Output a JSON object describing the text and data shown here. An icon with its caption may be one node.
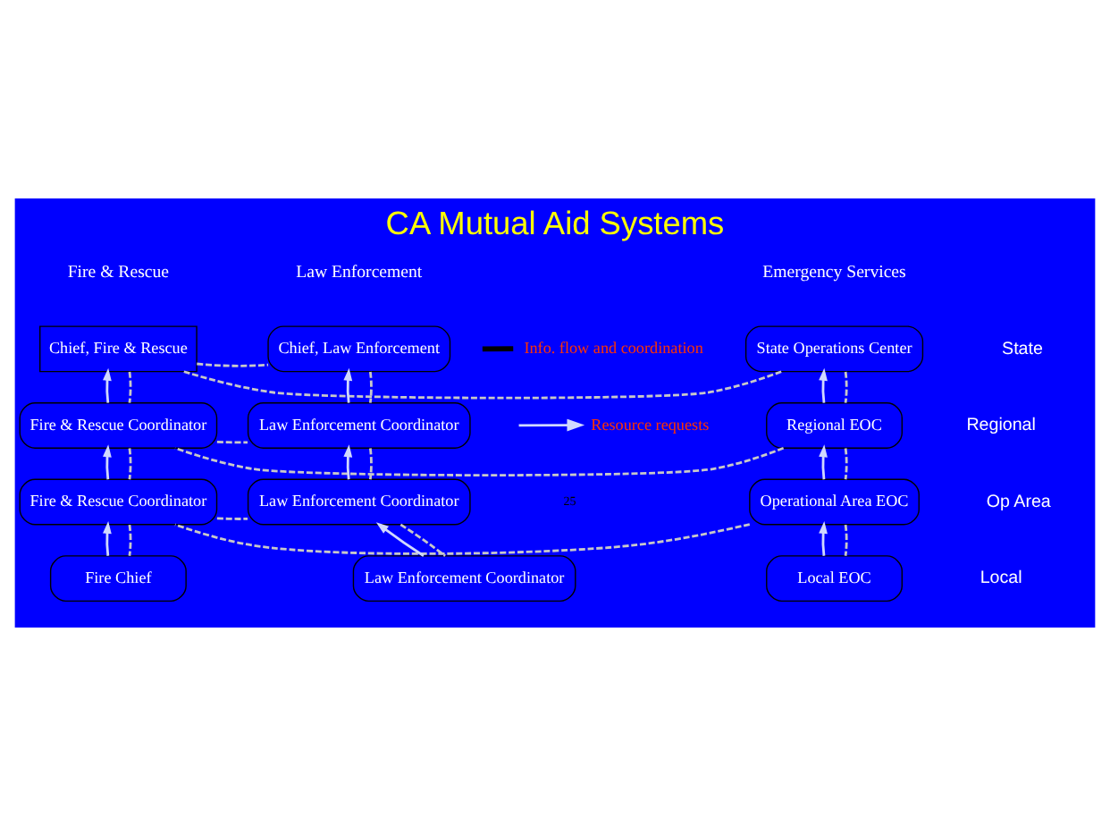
{
  "diagram": {
    "title": "CA Mutual Aid Systems",
    "nodes": [
      {
        "text": [
          "State Operations Center"
        ]
      },
      {
        "text": [
          "Chief, Fire & Rescue"
        ]
      },
      {
        "text": [
          "Chief, Law Enforcement"
        ]
      },
      {
        "text": [
          "Regional EOC"
        ]
      },
      {
        "text": [
          "Fire & Rescue Coordinator"
        ]
      },
      {
        "text": [
          "Law Enforcement Coordinator"
        ]
      },
      {
        "text": [
          "Operational Area EOC"
        ]
      },
      {
        "text": [
          "Fire & Rescue Coordinator"
        ]
      },
      {
        "text": [
          "Law Enforcement Coordinator"
        ]
      },
      {
        "text": [
          "Local EOC"
        ]
      },
      {
        "text": [
          "Fire Chief"
        ]
      },
      {
        "text": [
          "Law Enforcement Coordinator"
        ]
      }
    ],
    "edges": [
      {
        "from": 0,
        "to": 1,
        "arrow": "none",
        "style": "dashed"
      },
      {
        "from": 1,
        "to": 2,
        "arrow": "none",
        "style": "dashed"
      },
      {
        "from": 0,
        "to": 3,
        "arrow": "none",
        "style": "dashed"
      },
      {
        "from": 1,
        "to": 4,
        "arrow": "none",
        "style": "dashed"
      },
      {
        "from": 2,
        "to": 5,
        "arrow": "none",
        "style": "dashed"
      },
      {
        "from": 3,
        "to": 4,
        "arrow": "none",
        "style": "dashed"
      },
      {
        "from": 4,
        "to": 5,
        "arrow": "none",
        "style": "dashed"
      },
      {
        "from": 3,
        "to": 6,
        "arrow": "none",
        "style": "dashed"
      },
      {
        "from": 4,
        "to": 7,
        "arrow": "none",
        "style": "dashed"
      },
      {
        "from": 5,
        "to": 8,
        "arrow": "none",
        "style": "dashed"
      },
      {
        "from": 6,
        "to": 7,
        "arrow": "none",
        "style": "dashed"
      },
      {
        "from": 7,
        "to": 8,
        "arrow": "none",
        "style": "dashed"
      },
      {
        "from": 6,
        "to": 9,
        "arrow": "none",
        "style": "dashed"
      },
      {
        "from": 7,
        "to": 10,
        "arrow": "none",
        "style": "dashed"
      },
      {
        "from": 8,
        "to": 11,
        "arrow": "none",
        "style": "dashed"
      },
      {
        "from": 3,
        "to": 0,
        "arrow": "to",
        "color": "#d0d8ff"
      },
      {
        "from": 4,
        "to": 1,
        "arrow": "to",
        "color": "#d0d8ff"
      },
      {
        "from": 5,
        "to": 2,
        "arrow": "to",
        "color": "#d0d8ff"
      },
      {
        "from": 6,
        "to": 3,
        "arrow": "to",
        "color": "#d0d8ff"
      },
      {
        "from": 7,
        "to": 4,
        "arrow": "to",
        "color": "#d0d8ff"
      },
      {
        "from": 8,
        "to": 5,
        "arrow": "to",
        "color": "#d0d8ff"
      },
      {
        "from": 9,
        "to": 6,
        "arrow": "to",
        "color": "#d0d8ff"
      },
      {
        "from": 10,
        "to": 7,
        "arrow": "to",
        "color": "#d0d8ff"
      },
      {
        "from": 11,
        "to": 8,
        "arrow": "to",
        "color": "#d0d8ff"
      }
    ],
    "labels": [
      "Emergency Services",
      "Fire & Rescue",
      "Law Enforcement",
      "State",
      "Regional",
      "Op Area",
      "Local",
      "25"
    ],
    "legend": [
      {
        "text": "Info. flow and coordination"
      },
      {
        "text": "Resource requests"
      }
    ]
  }
}
